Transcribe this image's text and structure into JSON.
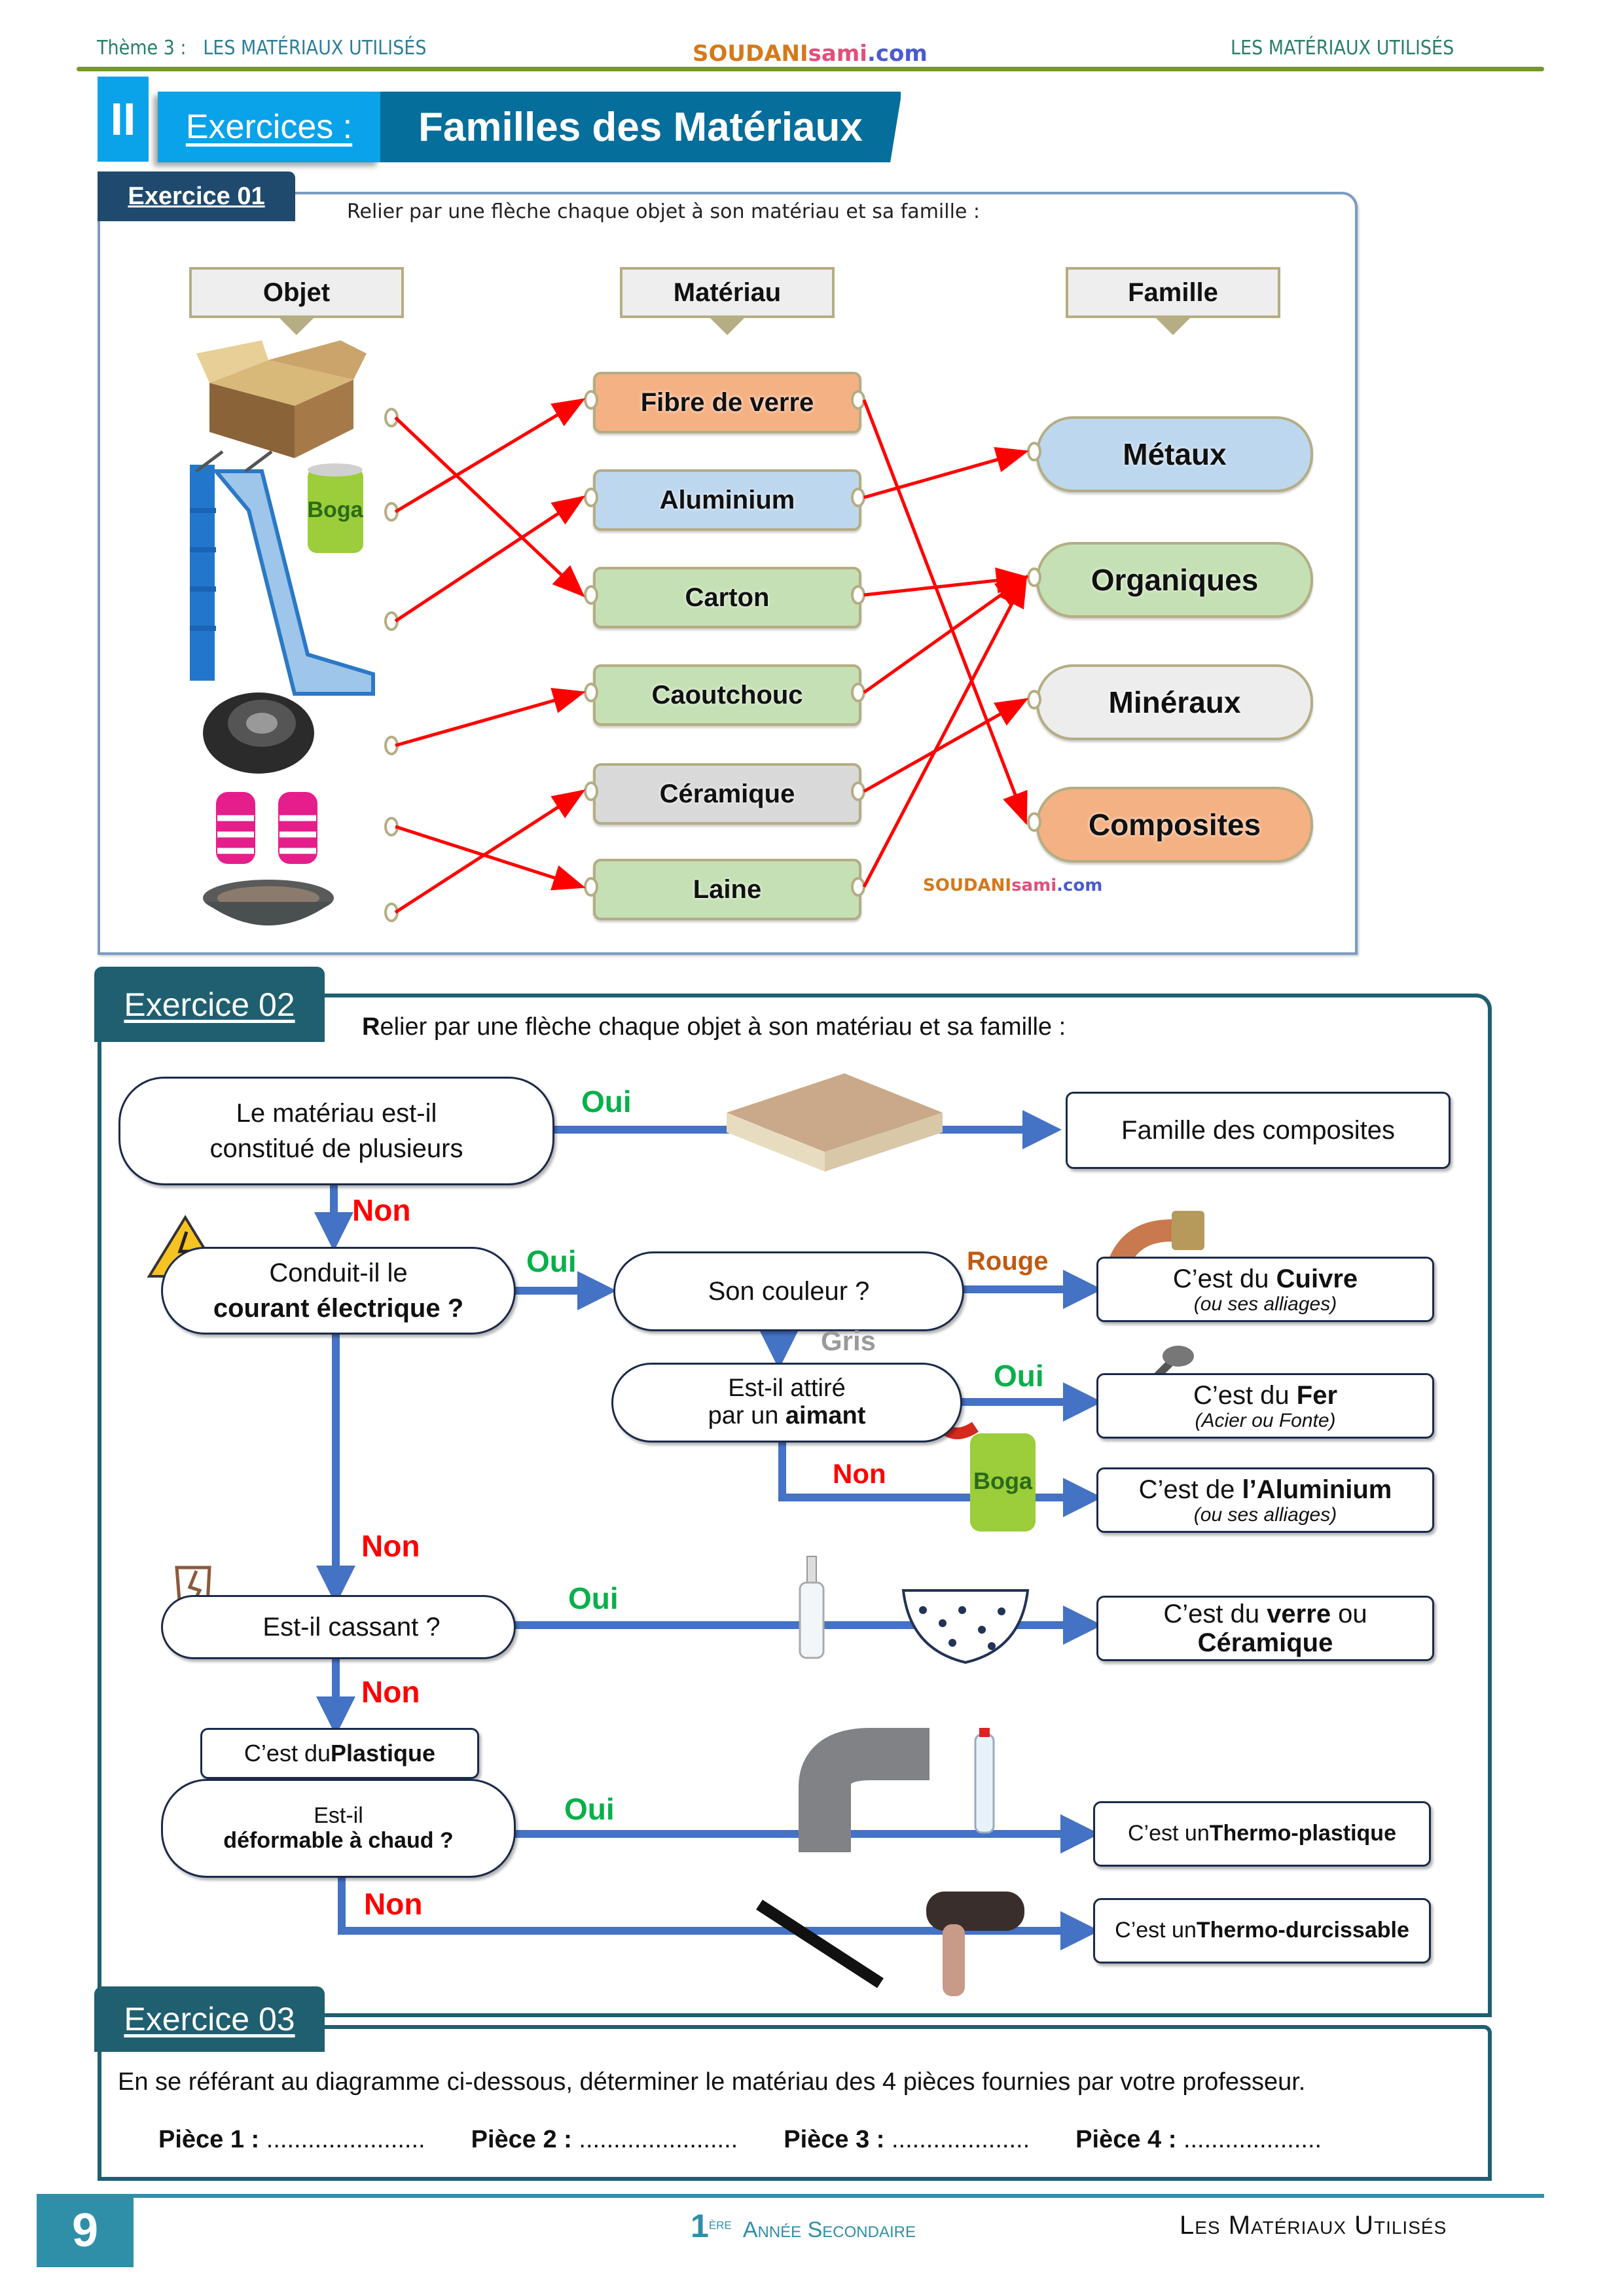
{
  "header": {
    "theme_label": "Thème 3 :",
    "theme_title": "LES MATÉRIAUX UTILISÉS",
    "brand": {
      "part1": "SOUDANI",
      "part2": "sami",
      "part3": ".com"
    },
    "right_title": "LES MATÉRIAUX UTILISÉS"
  },
  "banner": {
    "section_number": "II",
    "section_label": "Exercices :",
    "title": "Familles des Matériaux"
  },
  "exercise1": {
    "tab_label": "Exercice 01",
    "instruction": "Relier par une flèche chaque objet à son matériau et sa famille :",
    "columns": [
      "Objet",
      "Matériau",
      "Famille"
    ],
    "objects": [
      {
        "name": "carton-box",
        "icon": "box-icon"
      },
      {
        "name": "slide",
        "icon": "slide-icon"
      },
      {
        "name": "soda-can",
        "icon": "can-icon"
      },
      {
        "name": "tire",
        "icon": "tire-icon"
      },
      {
        "name": "gloves",
        "icon": "gloves-icon"
      },
      {
        "name": "ceramic-bowl",
        "icon": "bowl-icon"
      }
    ],
    "materials": [
      {
        "label": "Fibre de verre",
        "color": "#f4b183"
      },
      {
        "label": "Aluminium",
        "color": "#bdd7ee"
      },
      {
        "label": "Carton",
        "color": "#c5e0b4"
      },
      {
        "label": "Caoutchouc",
        "color": "#c5e0b4"
      },
      {
        "label": "Céramique",
        "color": "#d9d9d9"
      },
      {
        "label": "Laine",
        "color": "#c5e0b4"
      }
    ],
    "families": [
      {
        "label": "Métaux",
        "color": "#bdd7ee"
      },
      {
        "label": "Organiques",
        "color": "#c5e0b4"
      },
      {
        "label": "Minéraux",
        "color": "#ededed"
      },
      {
        "label": "Composites",
        "color": "#f4b183"
      }
    ],
    "object_to_material_links": [
      [
        0,
        2
      ],
      [
        1,
        0
      ],
      [
        2,
        1
      ],
      [
        3,
        3
      ],
      [
        4,
        5
      ],
      [
        5,
        4
      ]
    ],
    "material_to_family_links": [
      [
        0,
        3
      ],
      [
        1,
        0
      ],
      [
        2,
        1
      ],
      [
        3,
        1
      ],
      [
        4,
        2
      ],
      [
        5,
        1
      ]
    ],
    "arrow_color": "#ff0000",
    "watermark": {
      "part1": "SOUDANI",
      "part2": "sami",
      "part3": ".com"
    }
  },
  "exercise2": {
    "tab_label": "Exercice 02",
    "instruction_bold": "R",
    "instruction_rest": "elier par une flèche chaque objet à son matériau et sa famille :",
    "q1": {
      "line1": "Le matériau est-il",
      "line2": "constitué de plusieurs"
    },
    "q2": {
      "line1": "Conduit-il le",
      "line2": "courant électrique ?"
    },
    "q3": "Son couleur ?",
    "q4": {
      "line1": "Est-il attiré",
      "line2_pre": "par un ",
      "line2_bold": "aimant"
    },
    "q5": "Est-il cassant ?",
    "plastic_box": {
      "pre": "C’est du ",
      "bold": "Plastique"
    },
    "q6": {
      "line1": "Est-il",
      "line2": "déformable à chaud ?"
    },
    "labels": {
      "oui": "Oui",
      "non": "Non",
      "rouge": "Rouge",
      "gris": "Gris"
    },
    "results": {
      "composites": "Famille des composites",
      "cuivre": {
        "pre": "C’est du ",
        "bold": "Cuivre",
        "sub": "(ou ses alliages)"
      },
      "fer": {
        "pre": "C’est du ",
        "bold": "Fer",
        "sub": "(Acier ou Fonte)"
      },
      "aluminium": {
        "pre": "C’est de ",
        "bold": "l’Aluminium",
        "sub": "(ou ses alliages)"
      },
      "verre": {
        "pre": "C’est du ",
        "bold1": "verre",
        "mid": " ou",
        "bold2": "Céramique"
      },
      "thermoplastique": {
        "pre": "C’est un ",
        "bold": "Thermo-plastique"
      },
      "thermodurcissable": {
        "pre": "C’est un ",
        "bold": "Thermo-durcissable"
      }
    },
    "arrow_color": "#4472c4"
  },
  "exercise3": {
    "tab_label": "Exercice 03",
    "instruction": "En se référant au diagramme ci-dessous, déterminer le matériau des 4 pièces fournies par votre professeur.",
    "pieces": [
      {
        "label": "Pièce 1 :",
        "dots": "......................."
      },
      {
        "label": "Pièce 2 :",
        "dots": "......................."
      },
      {
        "label": "Pièce 3 :",
        "dots": "...................."
      },
      {
        "label": "Pièce 4 :",
        "dots": "...................."
      }
    ]
  },
  "footer": {
    "page_number": "9",
    "level_num": "1",
    "level_sup": "ère",
    "level_text": "Année Secondaire",
    "title": "Les Matériaux Utilisés"
  }
}
